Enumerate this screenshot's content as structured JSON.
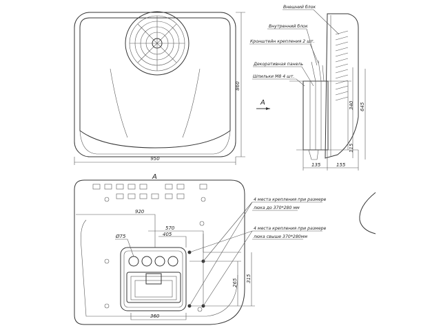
{
  "front_view": {
    "dim_height": "860",
    "dim_width": "950",
    "view_arrow_label": "A"
  },
  "side_view": {
    "callouts": [
      "Внешний блок",
      "Внутренний блок",
      "Кронштейн крепления 2 шт.",
      "Декоративная панель",
      "Шпильки М8 4 шт."
    ],
    "dims": {
      "d340": "340",
      "d645": "645",
      "d115": "115",
      "d135": "135",
      "d155": "155"
    }
  },
  "view_a": {
    "title": "A",
    "dims": {
      "d920": "920",
      "d570": "570",
      "d405": "405",
      "d75": "Ø75",
      "d360": "360",
      "d265": "265",
      "d315": "315"
    },
    "callouts": [
      {
        "line1": "4 места крепления при размере",
        "line2": "люка до 370*280 мм"
      },
      {
        "line1": "4 места крепления при размере",
        "line2": "люка свыше 370*280мм"
      }
    ]
  }
}
